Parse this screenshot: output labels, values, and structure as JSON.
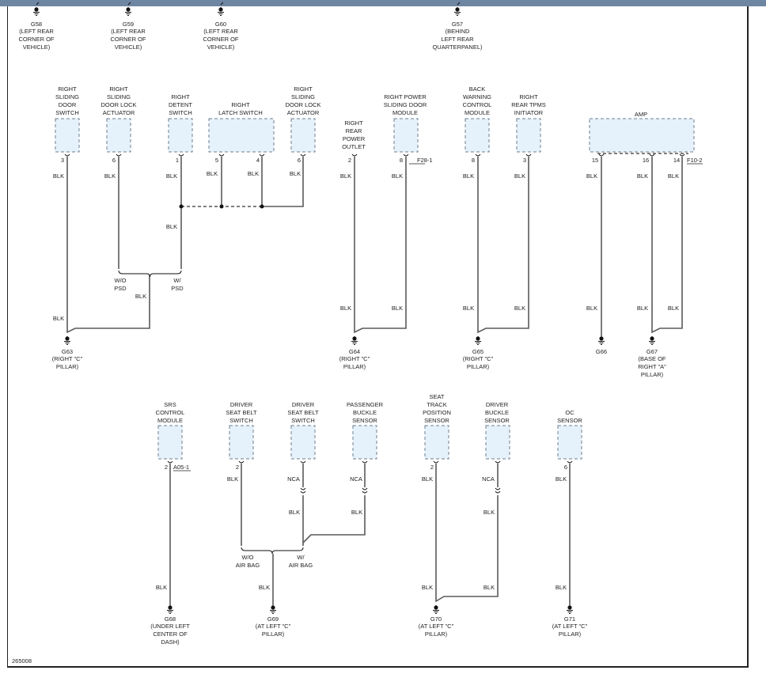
{
  "figure_id": "265008",
  "top_grounds": [
    {
      "id": "G58",
      "loc": [
        "(LEFT REAR",
        "CORNER OF",
        "VEHICLE)"
      ]
    },
    {
      "id": "G59",
      "loc": [
        "(LEFT REAR",
        "CORNER OF",
        "VEHICLE)"
      ]
    },
    {
      "id": "G60",
      "loc": [
        "(LEFT REAR",
        "CORNER OF",
        "VEHICLE)"
      ]
    },
    {
      "id": "G57",
      "loc": [
        "(BEHIND",
        "LEFT REAR",
        "QUARTERPANEL)"
      ]
    }
  ],
  "components": {
    "rsds": [
      "RIGHT",
      "SLIDING",
      "DOOR",
      "SWITCH"
    ],
    "rsdla": [
      "RIGHT",
      "SLIDING",
      "DOOR LOCK",
      "ACTUATOR"
    ],
    "rds": [
      "RIGHT",
      "DETENT",
      "SWITCH"
    ],
    "rls": [
      "RIGHT",
      "LATCH SWITCH"
    ],
    "rsdla2": [
      "RIGHT",
      "SLIDING",
      "DOOR LOCK",
      "ACTUATOR"
    ],
    "rrpo": [
      "RIGHT",
      "REAR",
      "POWER",
      "OUTLET"
    ],
    "rpsdm": [
      "RIGHT POWER",
      "SLIDING DOOR",
      "MODULE"
    ],
    "bwcm": [
      "BACK",
      "WARNING",
      "CONTROL",
      "MODULE"
    ],
    "rrti": [
      "RIGHT",
      "REAR TPMS",
      "INITIATOR"
    ],
    "amp": [
      "AMP"
    ],
    "srs": [
      "SRS",
      "CONTROL",
      "MODULE"
    ],
    "dsbs1": [
      "DRIVER",
      "SEAT BELT",
      "SWITCH"
    ],
    "dsbs2": [
      "DRIVER",
      "SEAT BELT",
      "SWITCH"
    ],
    "pbs": [
      "PASSENGER",
      "BUCKLE",
      "SENSOR"
    ],
    "stps": [
      "SEAT",
      "TRACK",
      "POSITION",
      "SENSOR"
    ],
    "dbs": [
      "DRIVER",
      "BUCKLE",
      "SENSOR"
    ],
    "oc": [
      "OC",
      "SENSOR"
    ]
  },
  "pins": {
    "p3": "3",
    "p6": "6",
    "p1": "1",
    "p5": "5",
    "p4": "4",
    "p6b": "6",
    "p2": "2",
    "p8": "8",
    "p8b": "8",
    "p3b": "3",
    "p15": "15",
    "p16": "16",
    "p14": "14",
    "p2srs": "2",
    "p2dsb": "2",
    "p2st": "2",
    "p6oc": "6"
  },
  "connectors": {
    "f28": "F28-1",
    "f10": "F10-2",
    "a05": "A05-1"
  },
  "wire_color": "BLK",
  "nca": "NCA",
  "options": {
    "wo_psd": [
      "W/O",
      "PSD"
    ],
    "w_psd": [
      "W/",
      "PSD"
    ],
    "wo_ab": [
      "W/O",
      "AIR BAG"
    ],
    "w_ab": [
      "W/",
      "AIR BAG"
    ]
  },
  "grounds": [
    {
      "id": "G63",
      "loc": [
        "(RIGHT \"C\"",
        "PILLAR)"
      ]
    },
    {
      "id": "G64",
      "loc": [
        "(RIGHT \"C\"",
        "PILLAR)"
      ]
    },
    {
      "id": "G65",
      "loc": [
        "(RIGHT \"C\"",
        "PILLAR)"
      ]
    },
    {
      "id": "G66",
      "loc": []
    },
    {
      "id": "G67",
      "loc": [
        "(BASE OF",
        "RIGHT \"A\"",
        "PILLAR)"
      ]
    },
    {
      "id": "G68",
      "loc": [
        "(UNDER LEFT",
        "CENTER OF",
        "DASH)"
      ]
    },
    {
      "id": "G69",
      "loc": [
        "(AT LEFT \"C\"",
        "PILLAR)"
      ]
    },
    {
      "id": "G70",
      "loc": [
        "(AT LEFT \"C\"",
        "PILLAR)"
      ]
    },
    {
      "id": "G71",
      "loc": [
        "(AT LEFT \"C\"",
        "PILLAR)"
      ]
    }
  ]
}
